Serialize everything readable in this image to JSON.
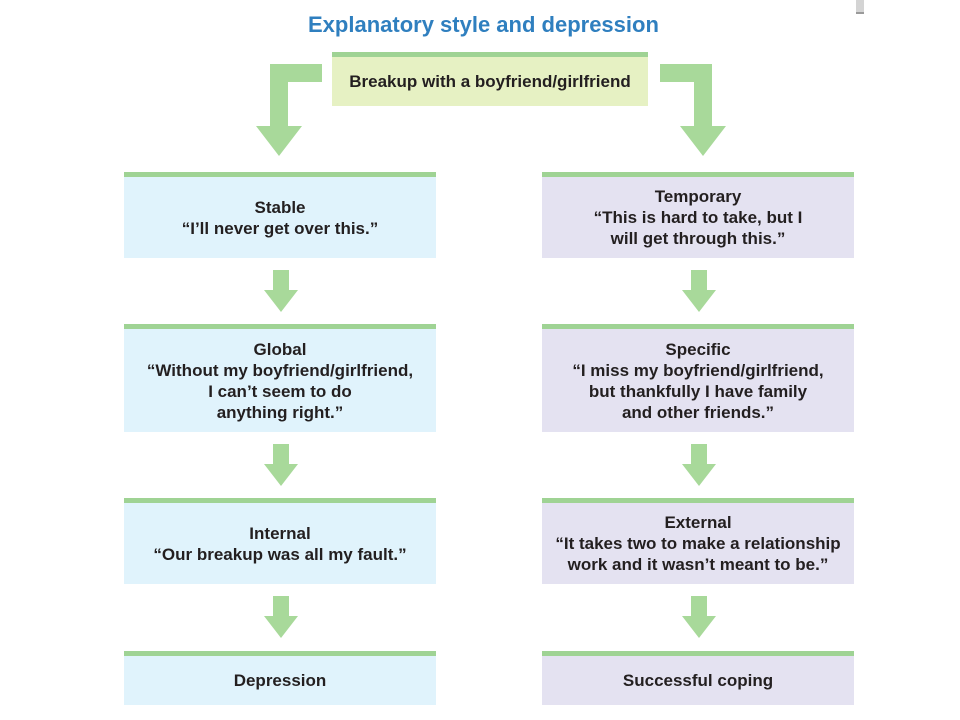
{
  "diagram": {
    "title": "Explanatory style and depression",
    "start": "Breakup with a boyfriend/girlfriend",
    "left": [
      {
        "head": "Stable",
        "body": "“I’ll never get over this.”"
      },
      {
        "head": "Global",
        "body": "“Without my boyfriend/girlfriend,\nI can’t seem to do\nanything right.”"
      },
      {
        "head": "Internal",
        "body": "“Our breakup was all my fault.”"
      },
      {
        "head": "Depression",
        "body": ""
      }
    ],
    "right": [
      {
        "head": "Temporary",
        "body": "“This is hard to take, but I\nwill get through this.”"
      },
      {
        "head": "Specific",
        "body": "“I miss my boyfriend/girlfriend,\nbut thankfully I have family\nand other friends.”"
      },
      {
        "head": "External",
        "body": "“It takes two to make a relationship\nwork and it wasn’t meant to be.”"
      },
      {
        "head": "Successful coping",
        "body": ""
      }
    ],
    "colors": {
      "accent_green": "#9fd394",
      "title_blue": "#2f7fbf",
      "left_fill": "#e0f3fc",
      "right_fill": "#e4e2f1",
      "start_fill": "#e6f1c3"
    }
  }
}
